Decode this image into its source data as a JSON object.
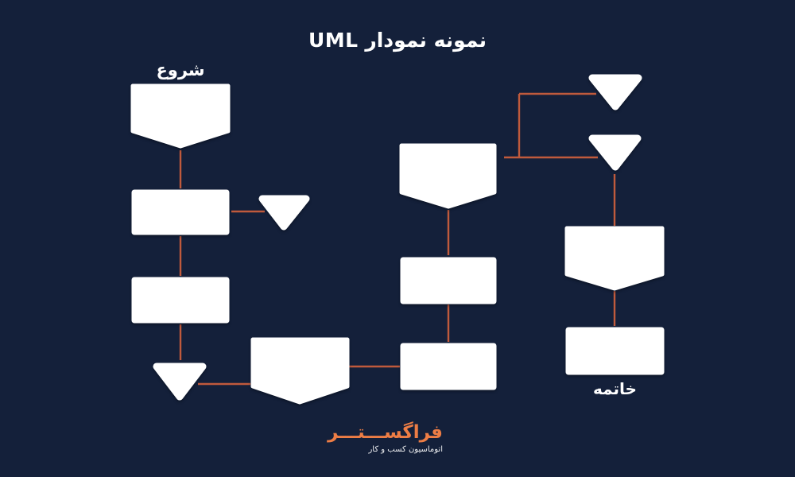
{
  "title": "نمونه نمودار UML",
  "labels": {
    "start": "شروع",
    "end": "خاتمه"
  },
  "logo": {
    "wordmark": "فراگســـتـــر",
    "tagline": "اتوماسیون کسب و کار"
  },
  "colors": {
    "background": "#14203a",
    "shape_fill": "#ffffff",
    "connector": "#c05a3c",
    "logo_accent": "#ed7d45",
    "text": "#ffffff"
  },
  "diagram": {
    "type": "flowchart",
    "nodes": [
      {
        "id": "start",
        "shape": "pentagon-down",
        "label": "شروع",
        "column": "left"
      },
      {
        "id": "process-1",
        "shape": "rectangle",
        "column": "left"
      },
      {
        "id": "merge-left",
        "shape": "triangle-down",
        "column": "left"
      },
      {
        "id": "process-2",
        "shape": "rectangle",
        "column": "left"
      },
      {
        "id": "merge-bottom-left",
        "shape": "triangle-down",
        "column": "left"
      },
      {
        "id": "banner",
        "shape": "pentagon-down",
        "column": "middle"
      },
      {
        "id": "receive-mid",
        "shape": "pentagon-down",
        "column": "middle"
      },
      {
        "id": "process-mid-1",
        "shape": "rectangle",
        "column": "middle"
      },
      {
        "id": "process-mid-2",
        "shape": "rectangle",
        "column": "middle"
      },
      {
        "id": "merge-top-right",
        "shape": "triangle-down",
        "column": "right"
      },
      {
        "id": "merge-right",
        "shape": "triangle-down",
        "column": "right"
      },
      {
        "id": "receive-right",
        "shape": "pentagon-down",
        "column": "right"
      },
      {
        "id": "end",
        "shape": "rectangle",
        "label": "خاتمه",
        "column": "right"
      }
    ],
    "edges": [
      [
        "start",
        "process-1"
      ],
      [
        "process-1",
        "merge-left"
      ],
      [
        "process-1",
        "process-2"
      ],
      [
        "process-2",
        "merge-bottom-left"
      ],
      [
        "merge-bottom-left",
        "banner"
      ],
      [
        "banner",
        "process-mid-2"
      ],
      [
        "receive-mid",
        "process-mid-1"
      ],
      [
        "process-mid-1",
        "process-mid-2"
      ],
      [
        "receive-mid",
        "merge-top-right"
      ],
      [
        "receive-mid",
        "merge-right"
      ],
      [
        "merge-right",
        "receive-right"
      ],
      [
        "receive-right",
        "end"
      ]
    ]
  }
}
